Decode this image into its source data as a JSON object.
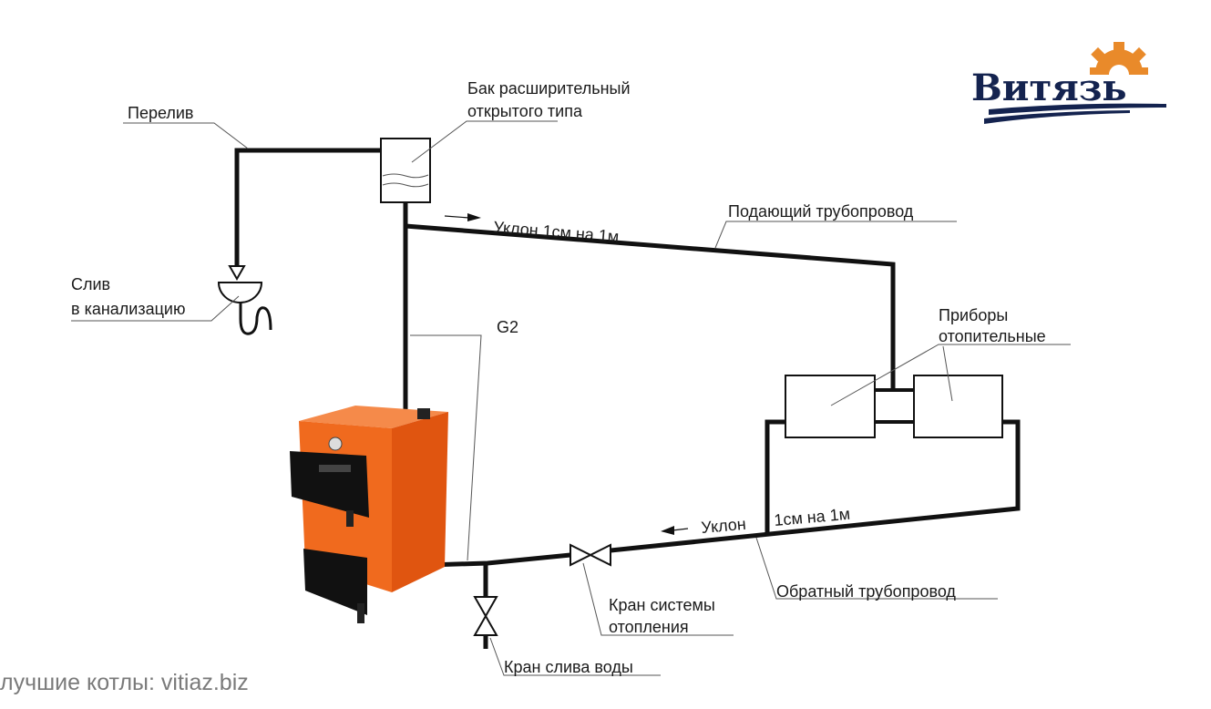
{
  "logo": {
    "text": "Витязь",
    "colors": {
      "text": "#14234f",
      "gear": "#e98a2a"
    }
  },
  "labels": {
    "overflow": "Перелив",
    "tank_line1": "Бак расширительный",
    "tank_line2": "открытого типа",
    "slope_supply": "Уклон 1см на 1м",
    "supply_pipe": "Подающий трубопровод",
    "drain_line1": "Слив",
    "drain_line2": "в канализацию",
    "g2": "G2",
    "radiators_line1": "Приборы",
    "radiators_line2": "отопительные",
    "slope_return_a": "Уклон",
    "slope_return_b": "1см на 1м",
    "return_pipe": "Обратный трубопровод",
    "heating_valve_line1": "Кран системы",
    "heating_valve_line2": "отопления",
    "drain_valve": "Кран слива воды"
  },
  "footer": "лучшие котлы: vitiaz.biz",
  "colors": {
    "boiler": "#f06a1e",
    "pipe": "#111111"
  }
}
